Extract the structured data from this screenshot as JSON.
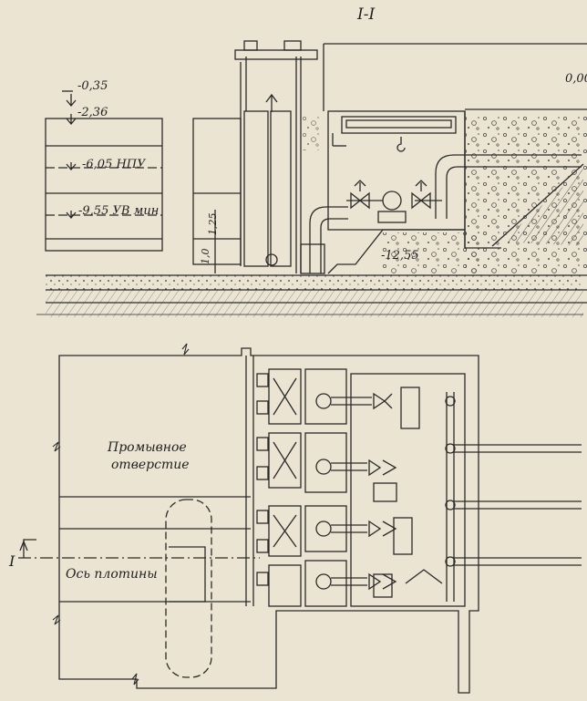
{
  "drawing": {
    "section_title": "І-І",
    "section_marker": "І",
    "colors": {
      "paper": "#ece4d2",
      "ink": "#2a2a2a",
      "hatch": "#3a3a3a"
    }
  },
  "elevations": {
    "top": "-0,35",
    "ice": "-2,36",
    "npu": "-6,05 НПУ",
    "uv_min": "-9,55 УВ мин",
    "bottom": "-12,55",
    "right": "0,00"
  },
  "dimensions": {
    "d1": "1,25",
    "d2": "1,0"
  },
  "plan_labels": {
    "flush_opening_line1": "Промывное",
    "flush_opening_line2": "отверстие",
    "dam_axis": "Ось плотины"
  }
}
